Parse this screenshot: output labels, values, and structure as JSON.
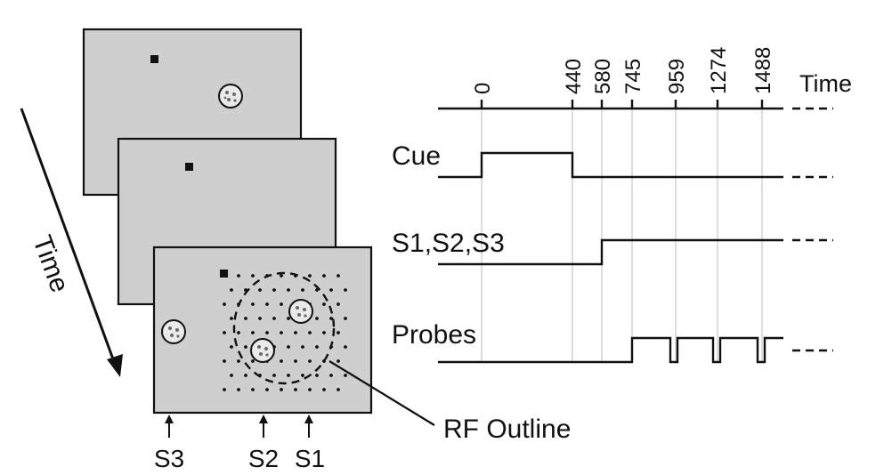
{
  "left": {
    "time_arrow_label": "Time",
    "stimulus_labels": [
      "S3",
      "S2",
      "S1"
    ]
  },
  "callout": {
    "rf_outline_label": "RF Outline"
  },
  "timeline": {
    "axis_label": "Time",
    "tick_values": [
      "0",
      "440",
      "580",
      "745",
      "959",
      "1274",
      "1488"
    ],
    "rows": [
      {
        "label": "Cue"
      },
      {
        "label": "S1,S2,S3"
      },
      {
        "label": "Probes"
      }
    ]
  },
  "colors": {
    "panel_fill": "#cfcfcf",
    "ink": "#111111",
    "gridline": "#c8c8c8"
  }
}
